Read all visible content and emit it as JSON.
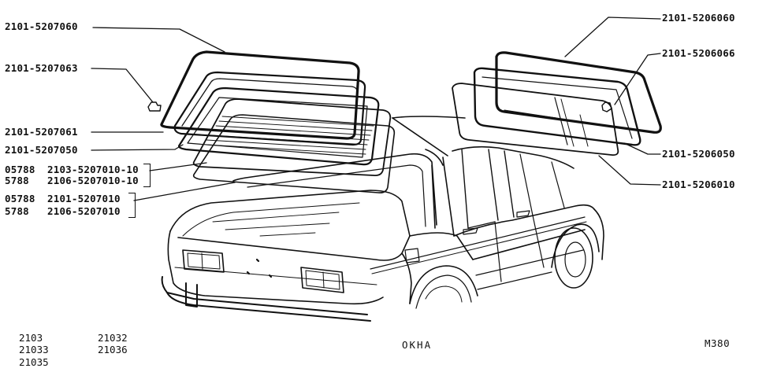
{
  "part_labels": {
    "left": [
      "2101-5207060",
      "2101-5207063",
      "2101-5207061",
      "2101-5207050",
      "05788",
      "2103-5207010-10",
      "5788",
      "2106-5207010-10",
      "05788",
      "2101-5207010",
      "5788",
      "2106-5207010"
    ],
    "right": [
      "2101-5206060",
      "2101-5206066",
      "2101-5206050",
      "2101-5206010"
    ]
  },
  "models": [
    "2103",
    "21033",
    "21035",
    "21032",
    "21036"
  ],
  "caption": "ОКНА",
  "figure_code": "M380",
  "colors": {
    "ink": "#111111",
    "paper": "#ffffff"
  }
}
